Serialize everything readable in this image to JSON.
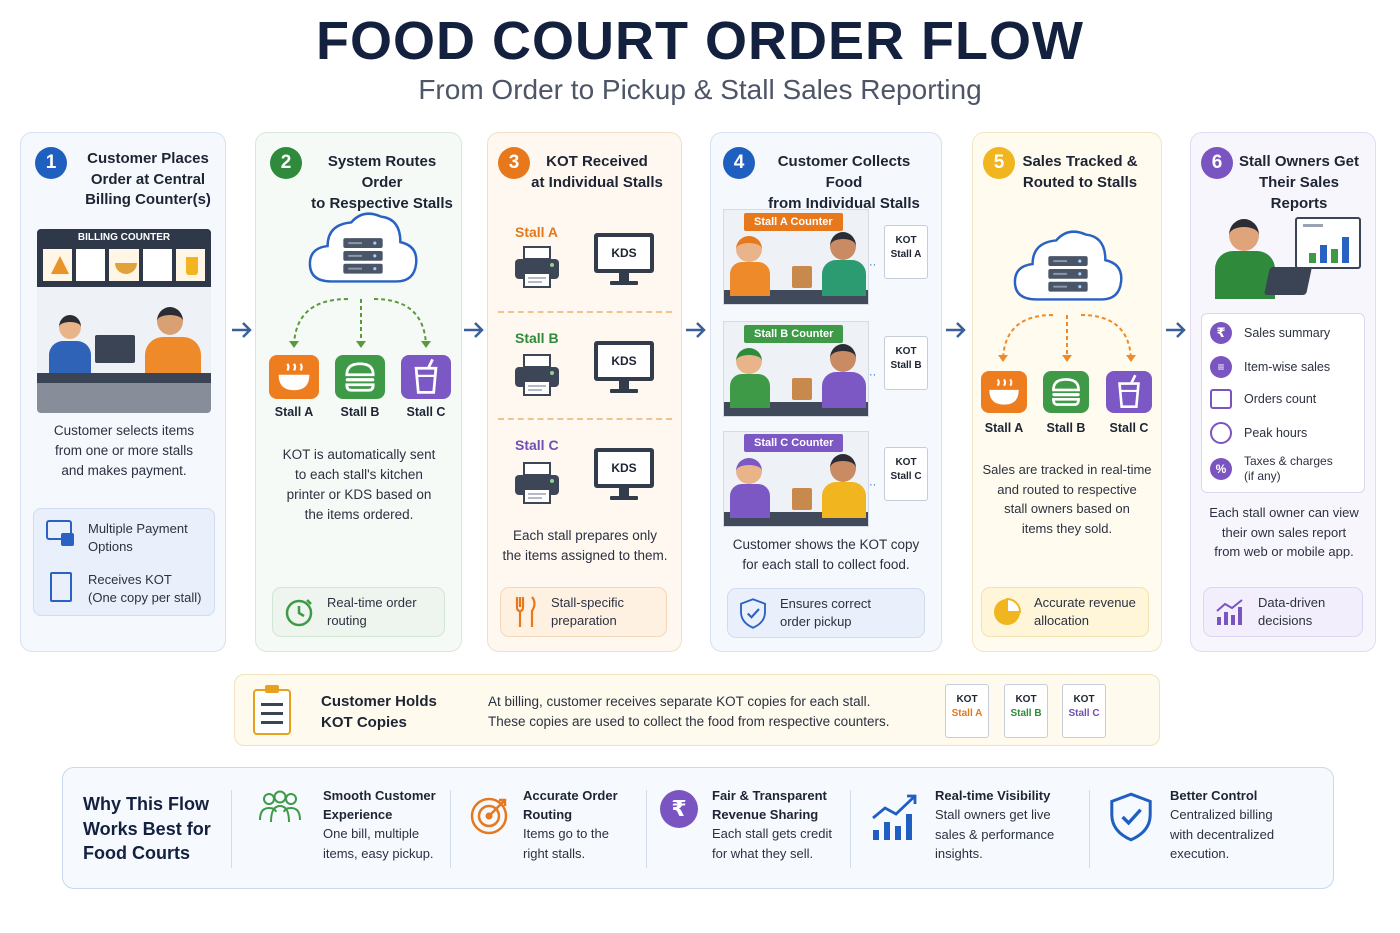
{
  "header": {
    "title": "FOOD COURT ORDER FLOW",
    "subtitle": "From Order to Pickup & Stall Sales Reporting"
  },
  "colors": {
    "blue": "#1f5fbf",
    "green": "#2f8a3c",
    "orange": "#e8781c",
    "yellow": "#f0b51f",
    "purple": "#7a55c2",
    "navy": "#13213f"
  },
  "steps": [
    {
      "number": "1",
      "title_lines": [
        "Customer Places",
        "Order at Central",
        "Billing Counter(s)"
      ],
      "sign": "BILLING COUNTER",
      "desc_lines": [
        "Customer selects items",
        "from one or more stalls",
        "and makes payment."
      ],
      "features": [
        {
          "icon": "payment-card-icon",
          "lines": [
            "Multiple Payment",
            "Options"
          ]
        },
        {
          "icon": "receipt-icon",
          "lines": [
            "Receives KOT",
            "(One copy per stall)"
          ]
        }
      ]
    },
    {
      "number": "2",
      "title_lines": [
        "System Routes Order",
        "to Respective Stalls"
      ],
      "stalls": [
        "Stall A",
        "Stall B",
        "Stall C"
      ],
      "desc_lines": [
        "KOT is automatically sent",
        "to each stall's kitchen",
        "printer or KDS based on",
        "the items ordered."
      ],
      "footer_lines": [
        "Real-time order",
        "routing"
      ]
    },
    {
      "number": "3",
      "title_lines": [
        "KOT Received",
        "at Individual Stalls"
      ],
      "stalls": [
        "Stall A",
        "Stall B",
        "Stall C"
      ],
      "kds_label": "KDS",
      "desc_lines": [
        "Each stall prepares only",
        "the items assigned to them."
      ],
      "footer_lines": [
        "Stall-specific",
        "preparation"
      ]
    },
    {
      "number": "4",
      "title_lines": [
        "Customer Collects Food",
        "from Individual Stalls"
      ],
      "counters": [
        "Stall A Counter",
        "Stall B Counter",
        "Stall C Counter"
      ],
      "kot_title": "KOT",
      "kot_stalls": [
        "Stall A",
        "Stall B",
        "Stall C"
      ],
      "desc_lines": [
        "Customer shows the KOT copy",
        "for each stall to collect food."
      ],
      "footer_lines": [
        "Ensures correct",
        "order pickup"
      ]
    },
    {
      "number": "5",
      "title_lines": [
        "Sales Tracked &",
        "Routed to Stalls"
      ],
      "stalls": [
        "Stall A",
        "Stall B",
        "Stall C"
      ],
      "desc_lines": [
        "Sales are tracked in real-time",
        "and routed to respective",
        "stall owners based on",
        "items they sold."
      ],
      "footer_lines": [
        "Accurate revenue",
        "allocation"
      ]
    },
    {
      "number": "6",
      "title_lines": [
        "Stall Owners Get",
        "Their Sales Reports"
      ],
      "report_items": [
        {
          "icon": "rupee-icon",
          "lines": [
            "Sales summary"
          ]
        },
        {
          "icon": "list-icon",
          "lines": [
            "Item-wise sales"
          ]
        },
        {
          "icon": "calendar-icon",
          "lines": [
            "Orders count"
          ]
        },
        {
          "icon": "clock-icon",
          "lines": [
            "Peak hours"
          ]
        },
        {
          "icon": "percent-icon",
          "lines": [
            "Taxes & charges",
            "(if any)"
          ]
        }
      ],
      "desc_lines": [
        "Each stall owner can view",
        "their own sales report",
        "from web or mobile app."
      ],
      "footer_lines": [
        "Data-driven",
        "decisions"
      ]
    }
  ],
  "holds": {
    "title_lines": [
      "Customer Holds",
      "KOT Copies"
    ],
    "text_lines": [
      "At billing, customer receives separate KOT copies for each stall.",
      "These copies are used to collect the food from respective counters."
    ],
    "kot_title": "KOT",
    "kots": [
      "Stall A",
      "Stall B",
      "Stall C"
    ]
  },
  "why": {
    "title_lines": [
      "Why This Flow",
      "Works Best for",
      "Food Courts"
    ],
    "items": [
      {
        "icon": "people-icon",
        "heading_lines": [
          "Smooth Customer",
          "Experience"
        ],
        "text_lines": [
          "One bill, multiple",
          "items, easy pickup."
        ]
      },
      {
        "icon": "target-icon",
        "heading_lines": [
          "Accurate Order",
          "Routing"
        ],
        "text_lines": [
          "Items go to the",
          "right stalls."
        ]
      },
      {
        "icon": "rupee-coin-icon",
        "heading_lines": [
          "Fair & Transparent",
          "Revenue Sharing"
        ],
        "text_lines": [
          "Each stall gets credit",
          "for what they sell."
        ]
      },
      {
        "icon": "growth-chart-icon",
        "heading_lines": [
          "Real-time Visibility"
        ],
        "text_lines": [
          "Stall owners get live",
          "sales & performance",
          "insights."
        ]
      },
      {
        "icon": "shield-check-icon",
        "heading_lines": [
          "Better Control"
        ],
        "text_lines": [
          "Centralized billing",
          "with decentralized",
          "execution."
        ]
      }
    ]
  }
}
